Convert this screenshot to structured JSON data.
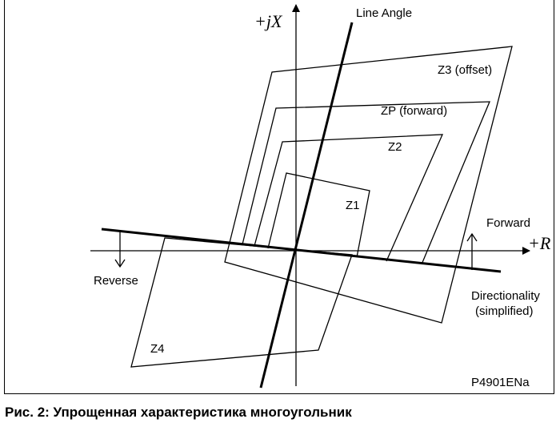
{
  "diagram": {
    "axis_x_label": "+R",
    "axis_y_label": "+jX",
    "line_angle_label": "Line Angle",
    "zones": {
      "z3": "Z3 (offset)",
      "zp": "ZP (forward)",
      "z2": "Z2",
      "z1": "Z1",
      "z4": "Z4"
    },
    "forward_label": "Forward",
    "reverse_label": "Reverse",
    "directionality_line1": "Directionality",
    "directionality_line2": "(simplified)",
    "figure_code": "P4901ENa"
  },
  "caption": "Рис. 2:  Упрощенная характеристика многоугольник"
}
